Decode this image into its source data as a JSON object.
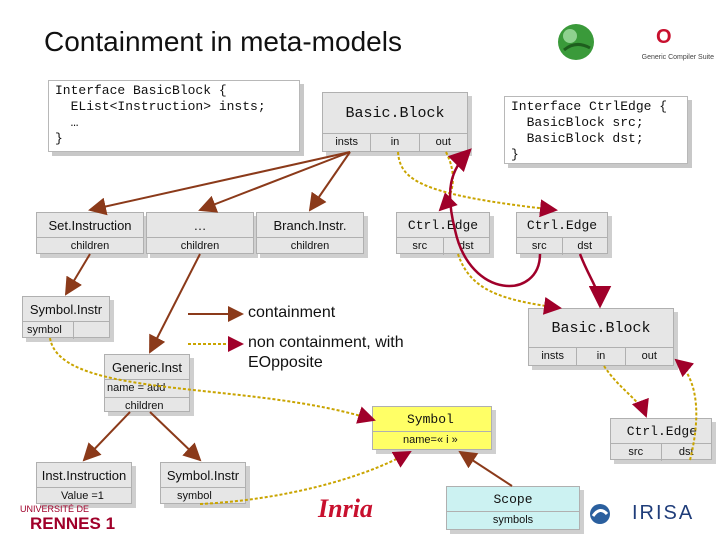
{
  "title": "Containment in meta-models",
  "code_basicblock": "Interface BasicBlock {\n  EList<Instruction> insts;\n  …\n}",
  "code_ctrledge": "Interface CtrlEdge {\n  BasicBlock src;\n  BasicBlock dst;\n}",
  "nodes": {
    "basicblock_top": {
      "name": "Basic.Block",
      "fields": [
        "insts",
        "in",
        "out"
      ]
    },
    "setinstruction": {
      "name": "Set.Instruction",
      "fields": [
        "children"
      ]
    },
    "ellipsis": {
      "name": "…",
      "fields": [
        "children"
      ]
    },
    "branchinstr": {
      "name": "Branch.Instr.",
      "fields": [
        "children"
      ]
    },
    "ctrledge1": {
      "name": "Ctrl.Edge",
      "fields": [
        "src",
        "dst"
      ]
    },
    "ctrledge2": {
      "name": "Ctrl.Edge",
      "fields": [
        "src",
        "dst"
      ]
    },
    "symbolinstr1": {
      "name": "Symbol.Instr",
      "fields": [
        "symbol"
      ]
    },
    "genericinst": {
      "name": "Generic.Inst",
      "fields": [
        "name = add",
        "children"
      ]
    },
    "basicblock_right": {
      "name": "Basic.Block",
      "fields": [
        "insts",
        "in",
        "out"
      ]
    },
    "symbol": {
      "name": "Symbol",
      "fields": [
        "name=« i »"
      ]
    },
    "ctrledge3": {
      "name": "Ctrl.Edge",
      "fields": [
        "src",
        "dst"
      ]
    },
    "instinstruction": {
      "name": "Inst.Instruction",
      "fields": [
        "Value =1"
      ]
    },
    "symbolinstr2": {
      "name": "Symbol.Instr",
      "fields": [
        "symbol"
      ]
    },
    "scope": {
      "name": "Scope",
      "fields": [
        "symbols"
      ]
    }
  },
  "legend": {
    "containment": "containment",
    "noncontainment": "non containment, with EOpposite"
  },
  "logos": {
    "gcs": "Generic Compiler Suite",
    "o": "O",
    "rennes": "RENNES 1",
    "universite": "UNIVERSITÉ DE",
    "inria": "Inria",
    "irisa": "IRISA"
  },
  "colors": {
    "containment_arrow": "#8b3a1a",
    "noncontainment_arrow": "#a0002a",
    "dashed_arrow": "#c9a400",
    "yellow_box": "#ffff66",
    "cyan_box": "#ccf2f2",
    "gray_box": "#e6e6e6"
  }
}
